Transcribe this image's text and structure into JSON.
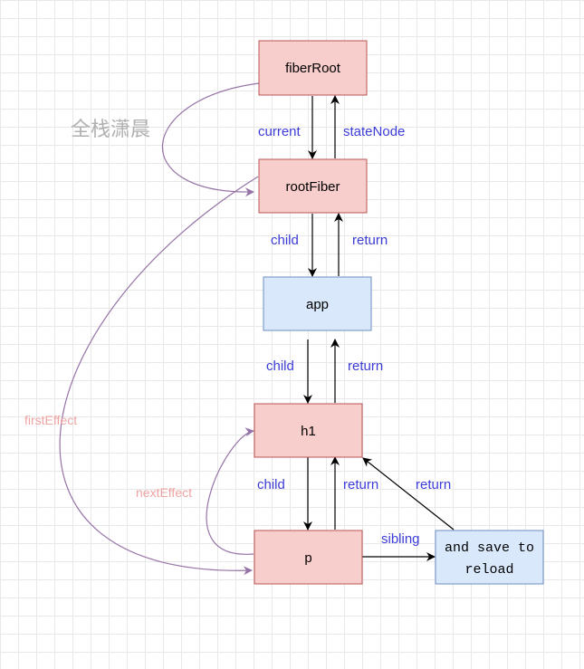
{
  "watermark": "全栈潇晨",
  "nodes": {
    "fiberRoot": "fiberRoot",
    "rootFiber": "rootFiber",
    "app": "app",
    "h1": "h1",
    "p": "p",
    "text_line1": "and save to",
    "text_line2": "reload"
  },
  "edges": {
    "current": "current",
    "stateNode": "stateNode",
    "child1": "child",
    "return1": "return",
    "child2": "child",
    "return2": "return",
    "child3": "child",
    "return3": "return",
    "return4": "return",
    "sibling": "sibling",
    "firstEffect": "firstEffect",
    "nextEffect": "nextEffect"
  },
  "colors": {
    "red_fill": "#f8cecc",
    "red_stroke": "#b85450",
    "blue_fill": "#dae8fc",
    "blue_stroke": "#6c8ebf",
    "purple": "#9673a6",
    "edge_label": "#3b3bd6"
  }
}
